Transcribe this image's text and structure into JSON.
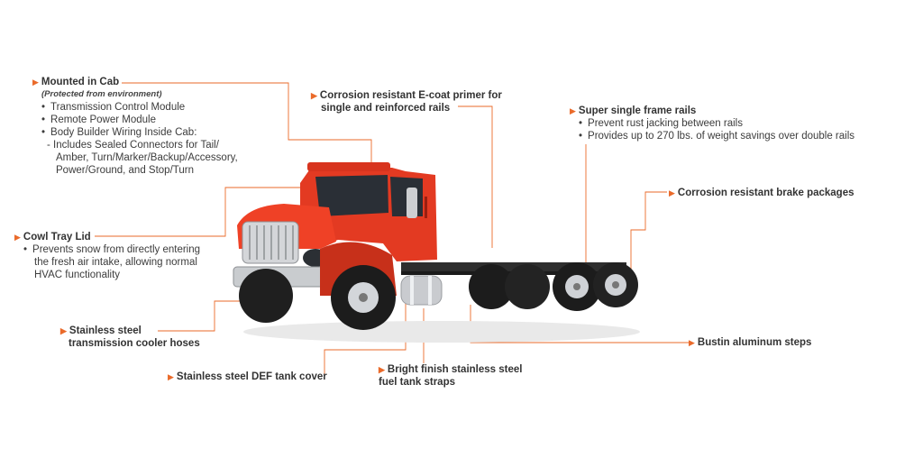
{
  "accent": "#ea6a2a",
  "truck_color": "#e33a22",
  "callouts": {
    "mounted_in_cab": {
      "title": "Mounted in Cab",
      "subtitle": "(Protected from environment)",
      "bullets": [
        "Transmission Control Module",
        "Remote Power Module",
        "Body Builder Wiring Inside Cab:"
      ],
      "sub_lines": [
        "- Includes Sealed Connectors for Tail/",
        "Amber, Turn/Marker/Backup/Accessory,",
        "Power/Ground, and Stop/Turn"
      ]
    },
    "ecoat": {
      "title_lines": [
        "Corrosion resistant E-coat primer for",
        "single and reinforced rails"
      ]
    },
    "frame_rails": {
      "title": "Super single frame rails",
      "bullets": [
        "Prevent rust jacking between rails",
        "Provides up to 270 lbs. of weight savings over double rails"
      ]
    },
    "brake": {
      "title": "Corrosion resistant brake packages"
    },
    "cowl": {
      "title": "Cowl Tray Lid",
      "bullets": [
        "Prevents snow from directly entering"
      ],
      "cont_lines": [
        "the fresh air intake, allowing normal",
        "HVAC functionality"
      ]
    },
    "trans_hoses": {
      "title_lines": [
        "Stainless steel",
        "transmission cooler hoses"
      ]
    },
    "def_cover": {
      "title": "Stainless steel DEF tank cover"
    },
    "fuel_straps": {
      "title_lines": [
        "Bright finish stainless steel",
        "fuel tank straps"
      ]
    },
    "steps": {
      "title": "Bustin aluminum steps"
    }
  }
}
